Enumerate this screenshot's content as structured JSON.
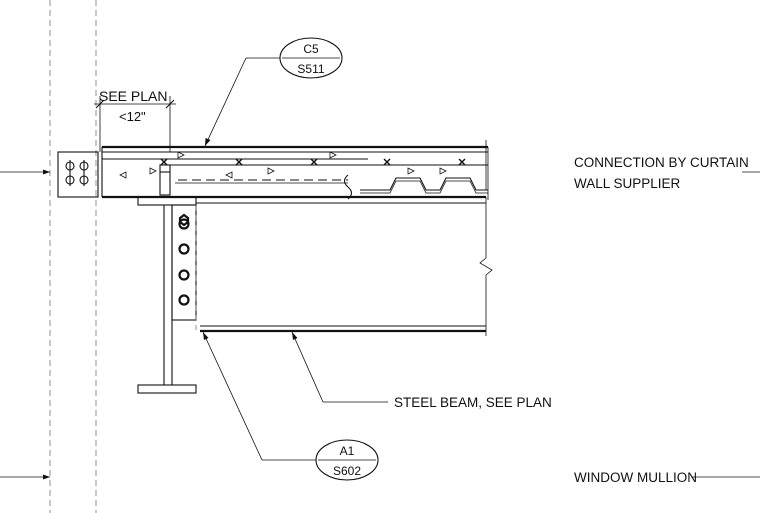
{
  "callouts": {
    "top": {
      "number": "C5",
      "sheet": "S511"
    },
    "bottom": {
      "number": "A1",
      "sheet": "S602"
    }
  },
  "dimension": {
    "label_top": "SEE PLAN",
    "label_bottom": "<12\""
  },
  "notes": {
    "connection_line1": "CONNECTION BY CURTAIN",
    "connection_line2": "WALL SUPPLIER",
    "steel_beam": "STEEL BEAM, SEE PLAN",
    "window_mullion": "WINDOW MULLION"
  }
}
